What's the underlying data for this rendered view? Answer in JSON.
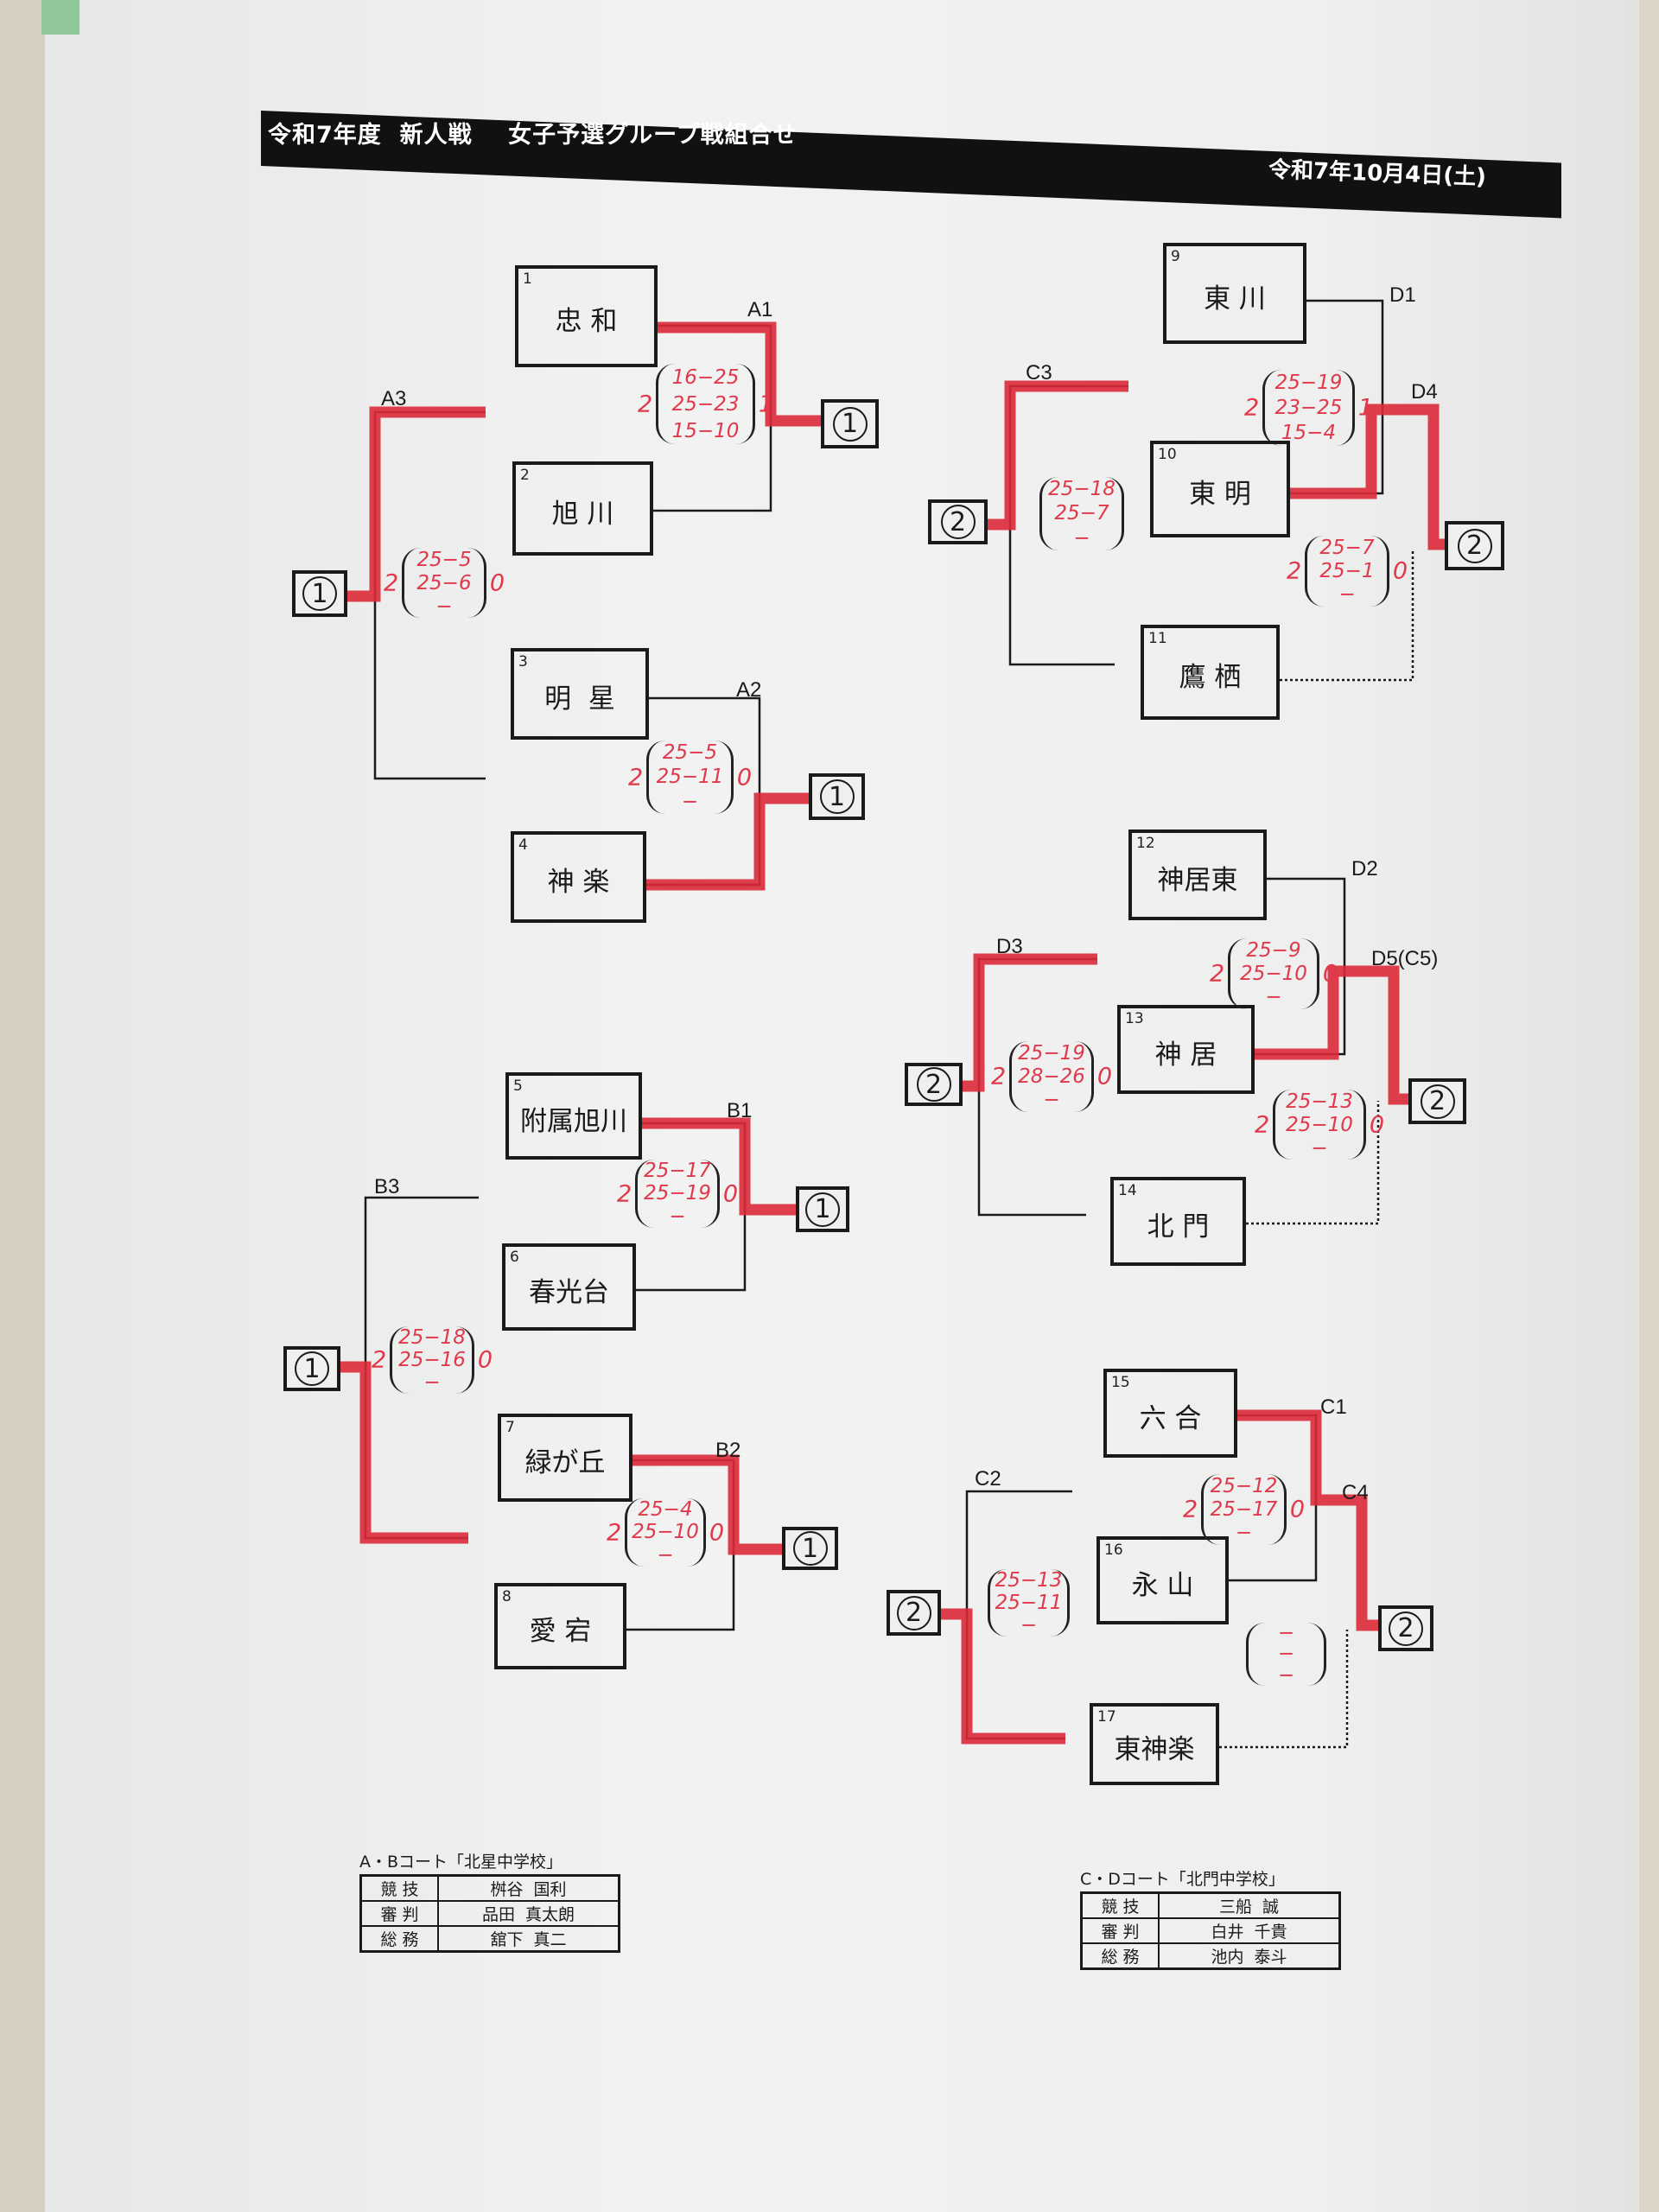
{
  "header": {
    "title": "令和7年度  新人戦    女子予選グループ戦組合せ",
    "date": "令和7年10月4日(土)"
  },
  "teams": [
    {
      "no": "1",
      "name": "忠 和"
    },
    {
      "no": "2",
      "name": "旭 川"
    },
    {
      "no": "3",
      "name": "明  星"
    },
    {
      "no": "4",
      "name": "神 楽"
    },
    {
      "no": "5",
      "name": "附属旭川"
    },
    {
      "no": "6",
      "name": "春光台"
    },
    {
      "no": "7",
      "name": "緑が丘"
    },
    {
      "no": "8",
      "name": "愛 宕"
    },
    {
      "no": "9",
      "name": "東 川"
    },
    {
      "no": "10",
      "name": "東 明"
    },
    {
      "no": "11",
      "name": "鷹 栖"
    },
    {
      "no": "12",
      "name": "神居東"
    },
    {
      "no": "13",
      "name": "神 居"
    },
    {
      "no": "14",
      "name": "北 門"
    },
    {
      "no": "15",
      "name": "六 合"
    },
    {
      "no": "16",
      "name": "永 山"
    },
    {
      "no": "17",
      "name": "東神楽"
    }
  ],
  "matches": [
    {
      "id": "A1",
      "label": "A1",
      "left": "2",
      "sets": [
        "16−25",
        "25−23",
        "15−10"
      ],
      "right": "1"
    },
    {
      "id": "A2",
      "label": "A2",
      "left": "2",
      "sets": [
        "25−5",
        "25−11",
        "−"
      ],
      "right": "0"
    },
    {
      "id": "A3",
      "label": "A3",
      "left": "2",
      "sets": [
        "25−5",
        "25−6",
        "−"
      ],
      "right": "0"
    },
    {
      "id": "B1",
      "label": "B1",
      "left": "2",
      "sets": [
        "25−17",
        "25−19",
        "−"
      ],
      "right": "0"
    },
    {
      "id": "B2",
      "label": "B2",
      "left": "2",
      "sets": [
        "25−4",
        "25−10",
        "−"
      ],
      "right": "0"
    },
    {
      "id": "B3",
      "label": "B3",
      "left": "2",
      "sets": [
        "25−18",
        "25−16",
        "−"
      ],
      "right": "0"
    },
    {
      "id": "D1",
      "label": "D1",
      "left": "2",
      "sets": [
        "25−19",
        "23−25",
        "15−4"
      ],
      "right": "1"
    },
    {
      "id": "D4",
      "label": "D4",
      "left": "2",
      "sets": [
        "25−7",
        "25−1",
        "−"
      ],
      "right": "0"
    },
    {
      "id": "C3",
      "label": "C3",
      "left": "",
      "sets": [
        "25−18",
        "25−7",
        "−"
      ],
      "right": ""
    },
    {
      "id": "D2",
      "label": "D2",
      "left": "2",
      "sets": [
        "25−9",
        "25−10",
        "−"
      ],
      "right": "0"
    },
    {
      "id": "D5",
      "label": "D5(C5)",
      "left": "2",
      "sets": [
        "25−13",
        "25−10",
        "−"
      ],
      "right": "0"
    },
    {
      "id": "D3",
      "label": "D3",
      "left": "2",
      "sets": [
        "25−19",
        "28−26",
        "−"
      ],
      "right": "0"
    },
    {
      "id": "C1",
      "label": "C1",
      "left": "2",
      "sets": [
        "25−12",
        "25−17",
        "−"
      ],
      "right": "0"
    },
    {
      "id": "C4",
      "label": "C4",
      "left": "",
      "sets": [
        "−",
        "−",
        "−"
      ],
      "right": ""
    },
    {
      "id": "C2",
      "label": "C2",
      "left": "",
      "sets": [
        "25−13",
        "25−11",
        "−"
      ],
      "right": ""
    }
  ],
  "results": [
    {
      "id": "A1",
      "rank": "1"
    },
    {
      "id": "A2",
      "rank": "1"
    },
    {
      "id": "A3",
      "rank": "1"
    },
    {
      "id": "B1",
      "rank": "1"
    },
    {
      "id": "B2",
      "rank": "1"
    },
    {
      "id": "B3",
      "rank": "1"
    },
    {
      "id": "C3",
      "rank": "2"
    },
    {
      "id": "D4",
      "rank": "2"
    },
    {
      "id": "D3",
      "rank": "2"
    },
    {
      "id": "D5",
      "rank": "2"
    },
    {
      "id": "C2",
      "rank": "2"
    },
    {
      "id": "C4",
      "rank": "2"
    }
  ],
  "officials": [
    {
      "court": "A・Bコート「北星中学校」",
      "rows": [
        {
          "role": "競 技",
          "person": "桝谷  国利"
        },
        {
          "role": "審 判",
          "person": "品田  真太朗"
        },
        {
          "role": "総 務",
          "person": "舘下  真二"
        }
      ]
    },
    {
      "court": "C・Dコート「北門中学校」",
      "rows": [
        {
          "role": "競 技",
          "person": "三船  誠"
        },
        {
          "role": "審 判",
          "person": "白井  千貴"
        },
        {
          "role": "総 務",
          "person": "池内  泰斗"
        }
      ]
    }
  ],
  "colors": {
    "highlight": "#dc2a38",
    "score_ink": "#e0394c",
    "line": "#1a1a1a"
  }
}
